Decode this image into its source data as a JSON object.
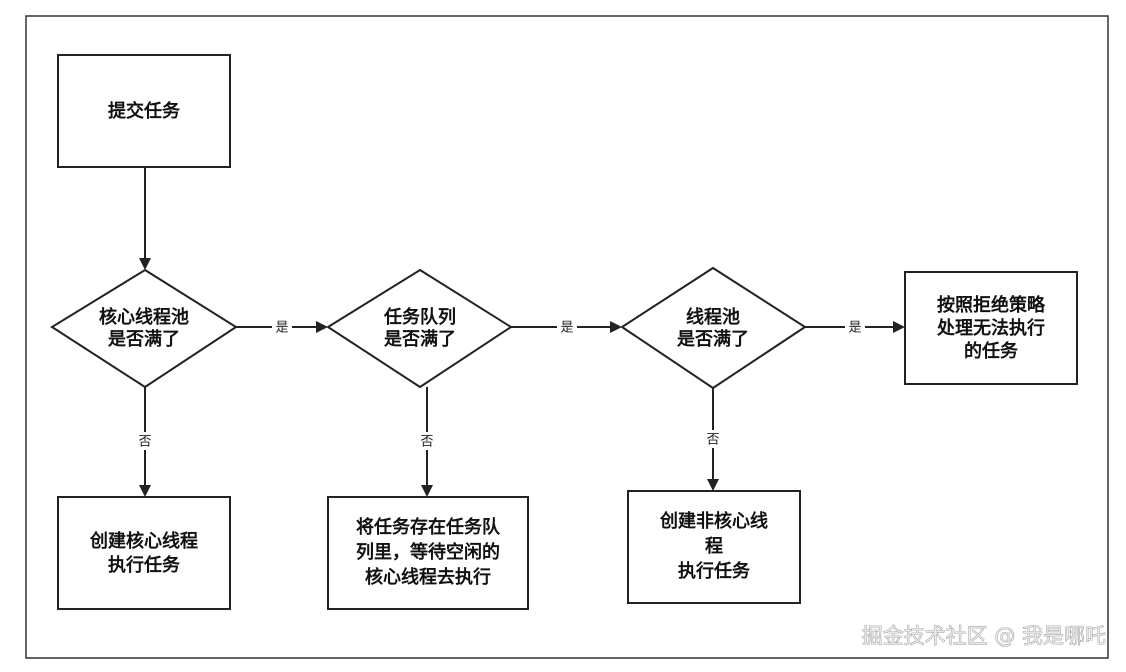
{
  "nodes": {
    "submit_task": {
      "lines": [
        "提交任务"
      ]
    },
    "core_pool_full": {
      "lines": [
        "核心线程池",
        "是否满了"
      ]
    },
    "queue_full": {
      "lines": [
        "任务队列",
        "是否满了"
      ]
    },
    "pool_full": {
      "lines": [
        "线程池",
        "是否满了"
      ]
    },
    "reject_policy": {
      "lines": [
        "按照拒绝策略",
        "处理无法执行",
        "的任务"
      ]
    },
    "create_core_thread": {
      "lines": [
        "创建核心线程",
        "执行任务"
      ]
    },
    "store_in_queue": {
      "lines": [
        "将任务存在任务队",
        "列里，等待空闲的",
        "核心线程去执行"
      ]
    },
    "create_noncore_thread": {
      "lines": [
        "创建非核心线",
        "程",
        "执行任务"
      ]
    }
  },
  "edges": {
    "yes_label": "是",
    "no_label": "否"
  },
  "watermark": "掘金技术社区 @ 我是哪吒",
  "colors": {
    "stroke": "#222222",
    "frame": "#333333",
    "background": "#ffffff",
    "text": "#111111"
  }
}
